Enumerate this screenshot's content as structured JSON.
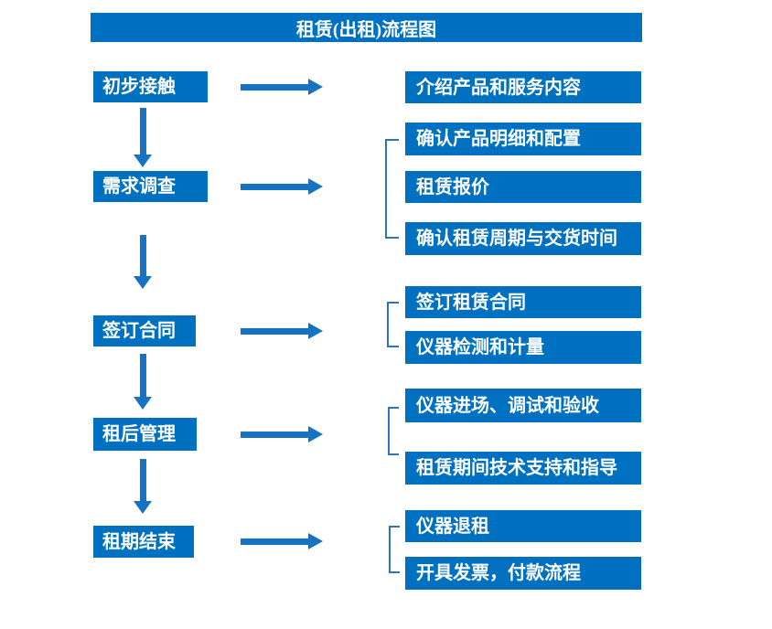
{
  "title": {
    "text": "租赁(出租)流程图"
  },
  "colors": {
    "box_blue": "#0070C0",
    "arrow_blue": "#1673C4",
    "bracket_blue": "#2E75B6",
    "background": "#FFFFFF"
  },
  "stages": [
    {
      "label": "初步接触",
      "outputs": [
        "介绍产品和服务内容"
      ]
    },
    {
      "label": "需求调查",
      "outputs": [
        "确认产品明细和配置",
        "租赁报价",
        "确认租赁周期与交货时间"
      ]
    },
    {
      "label": "签订合同",
      "outputs": [
        "签订租赁合同",
        "仪器检测和计量"
      ]
    },
    {
      "label": "租后管理",
      "outputs": [
        "仪器进场、调试和验收",
        "租赁期间技术支持和指导"
      ]
    },
    {
      "label": "租期结束",
      "outputs": [
        "仪器退租",
        "开具发票，付款流程"
      ]
    }
  ]
}
